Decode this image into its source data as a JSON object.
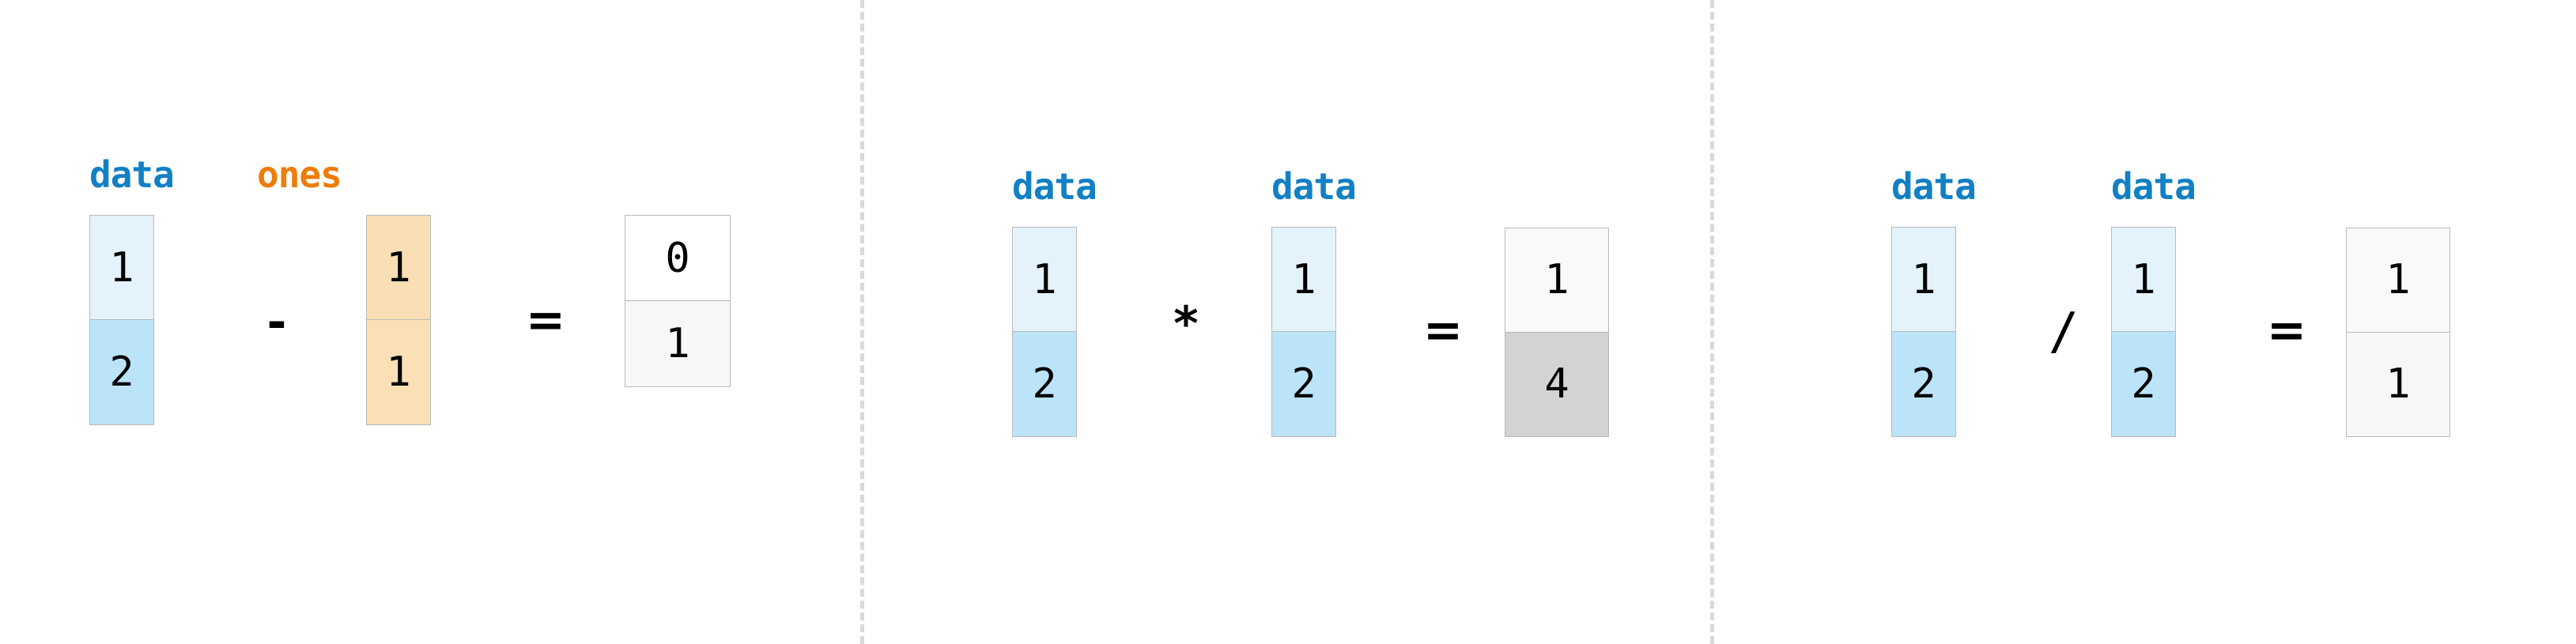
{
  "figure": {
    "title_visible": false,
    "background_color": "#ffffff",
    "separator_color": "#d9d9d9",
    "label_blue": "#1280c4",
    "label_orange": "#f07c0a",
    "cell_border_color": "#b9b9b9"
  },
  "groups": [
    {
      "id": "subtraction",
      "operands": [
        {
          "label": "data",
          "label_color": "#1280c4",
          "cells": [
            {
              "value": "1",
              "fill": "#e4f3fb"
            },
            {
              "value": "2",
              "fill": "#bbe4f8"
            }
          ]
        },
        {
          "label": "ones",
          "label_color": "#f07c0a",
          "cells": [
            {
              "value": "1",
              "fill": "#fbdfb4"
            },
            {
              "value": "1",
              "fill": "#fbe0b6"
            }
          ]
        }
      ],
      "operator": "-",
      "equals": "=",
      "result": {
        "label": "",
        "cells": [
          {
            "value": "0",
            "fill": "#ffffff"
          },
          {
            "value": "1",
            "fill": "#f7f7f7"
          }
        ]
      }
    },
    {
      "id": "multiplication",
      "operands": [
        {
          "label": "data",
          "label_color": "#1280c4",
          "cells": [
            {
              "value": "1",
              "fill": "#e4f3fb"
            },
            {
              "value": "2",
              "fill": "#bbe4f8"
            }
          ]
        },
        {
          "label": "data",
          "label_color": "#1280c4",
          "cells": [
            {
              "value": "1",
              "fill": "#e4f3fb"
            },
            {
              "value": "2",
              "fill": "#bbe4f8"
            }
          ]
        }
      ],
      "operator": "*",
      "equals": "=",
      "result": {
        "label": "",
        "cells": [
          {
            "value": "1",
            "fill": "#f9f9f9"
          },
          {
            "value": "4",
            "fill": "#d3d3d3"
          }
        ]
      }
    },
    {
      "id": "division",
      "operands": [
        {
          "label": "data",
          "label_color": "#1280c4",
          "cells": [
            {
              "value": "1",
              "fill": "#e4f3fb"
            },
            {
              "value": "2",
              "fill": "#bbe4f8"
            }
          ]
        },
        {
          "label": "data",
          "label_color": "#1280c4",
          "cells": [
            {
              "value": "1",
              "fill": "#e4f3fb"
            },
            {
              "value": "2",
              "fill": "#bbe4f8"
            }
          ]
        }
      ],
      "operator": "/",
      "equals": "=",
      "result": {
        "label": "",
        "cells": [
          {
            "value": "1",
            "fill": "#f9f9f9"
          },
          {
            "value": "1",
            "fill": "#f7f7f7"
          }
        ]
      }
    }
  ]
}
